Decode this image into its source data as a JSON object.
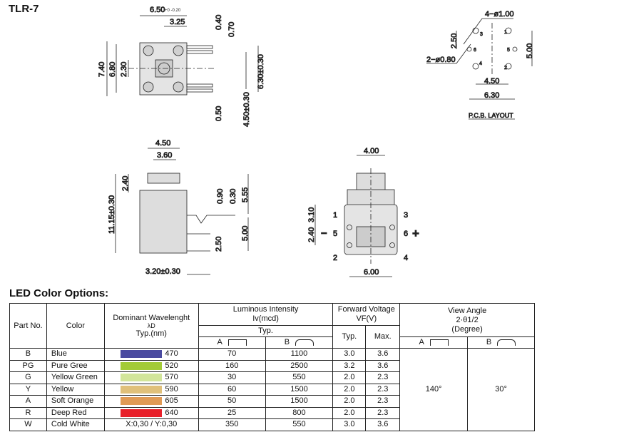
{
  "title": "TLR-7",
  "section_title": "LED Color Options:",
  "drawing": {
    "top": {
      "w": "6.50",
      "w_tol": "+0 -0.20",
      "half": "3.25",
      "h1": "7.40",
      "h2": "6.80",
      "h3": "2.30",
      "d1": "0.40",
      "d2": "0.70",
      "d3": "6.30±0.30",
      "d4": "0.50",
      "d5": "4.50±0.30"
    },
    "pcb": {
      "holes4": "4−ø1.00",
      "holes2": "2−ø0.80",
      "pitch_v": "2.50",
      "span_v": "5.00",
      "span_h1": "4.50",
      "span_h2": "6.30",
      "caption": "P.C.B. LAYOUT",
      "pins": [
        "1",
        "2",
        "3",
        "4",
        "5",
        "6"
      ]
    },
    "side": {
      "w1": "4.50",
      "w2": "3.60",
      "h1": "2.40",
      "h2": "11.15±0.30",
      "d1": "0.90",
      "d2": "0.30",
      "d3": "5.55",
      "d4": "5.00",
      "d5": "2.50",
      "b": "3.20±0.30"
    },
    "front": {
      "w": "4.00",
      "h1": "3.10",
      "h2": "2.40",
      "b": "6.00",
      "pins": [
        "1",
        "2",
        "3",
        "4",
        "5",
        "6"
      ],
      "minus": "−",
      "plus": "+"
    }
  },
  "table": {
    "headers": {
      "part": "Part No.",
      "color": "Color",
      "wave": "Dominant Wavelenght",
      "wave_sym": "λD",
      "wave_unit": "Typ.(nm)",
      "lum": "Luminous Intensity",
      "lum_unit": "Iv(mcd)",
      "typ": "Typ.",
      "a": "A",
      "b": "B",
      "vf": "Forward Voltage",
      "vf_unit": "VF(V)",
      "vtyp": "Typ.",
      "vmax": "Max.",
      "angle": "View Angle",
      "angle_sym": "2·θ1/2",
      "angle_unit": "(Degree)"
    },
    "rows": [
      {
        "part": "B",
        "color": "Blue",
        "swatch": "#4a4aa0",
        "wl": "470",
        "a": "70",
        "b": "1100",
        "vt": "3.0",
        "vm": "3.6"
      },
      {
        "part": "PG",
        "color": "Pure Gree",
        "swatch": "#a3cb37",
        "wl": "520",
        "a": "160",
        "b": "2500",
        "vt": "3.2",
        "vm": "3.6"
      },
      {
        "part": "G",
        "color": "Yellow Green",
        "swatch": "#d2e59a",
        "wl": "570",
        "a": "30",
        "b": "550",
        "vt": "2.0",
        "vm": "2.3"
      },
      {
        "part": "Y",
        "color": "Yellow",
        "swatch": "#e0c07a",
        "wl": "590",
        "a": "60",
        "b": "1500",
        "vt": "2.0",
        "vm": "2.3"
      },
      {
        "part": "A",
        "color": "Soft Orange",
        "swatch": "#e09a55",
        "wl": "605",
        "a": "50",
        "b": "1500",
        "vt": "2.0",
        "vm": "2.3"
      },
      {
        "part": "R",
        "color": "Deep Red",
        "swatch": "#e8202a",
        "wl": "640",
        "a": "25",
        "b": "800",
        "vt": "2.0",
        "vm": "2.3"
      },
      {
        "part": "W",
        "color": "Cold White",
        "swatch": "",
        "wl": "X:0,30 / Y:0,30",
        "a": "350",
        "b": "550",
        "vt": "3.0",
        "vm": "3.6"
      }
    ],
    "angle_a": "140°",
    "angle_b": "30°"
  }
}
